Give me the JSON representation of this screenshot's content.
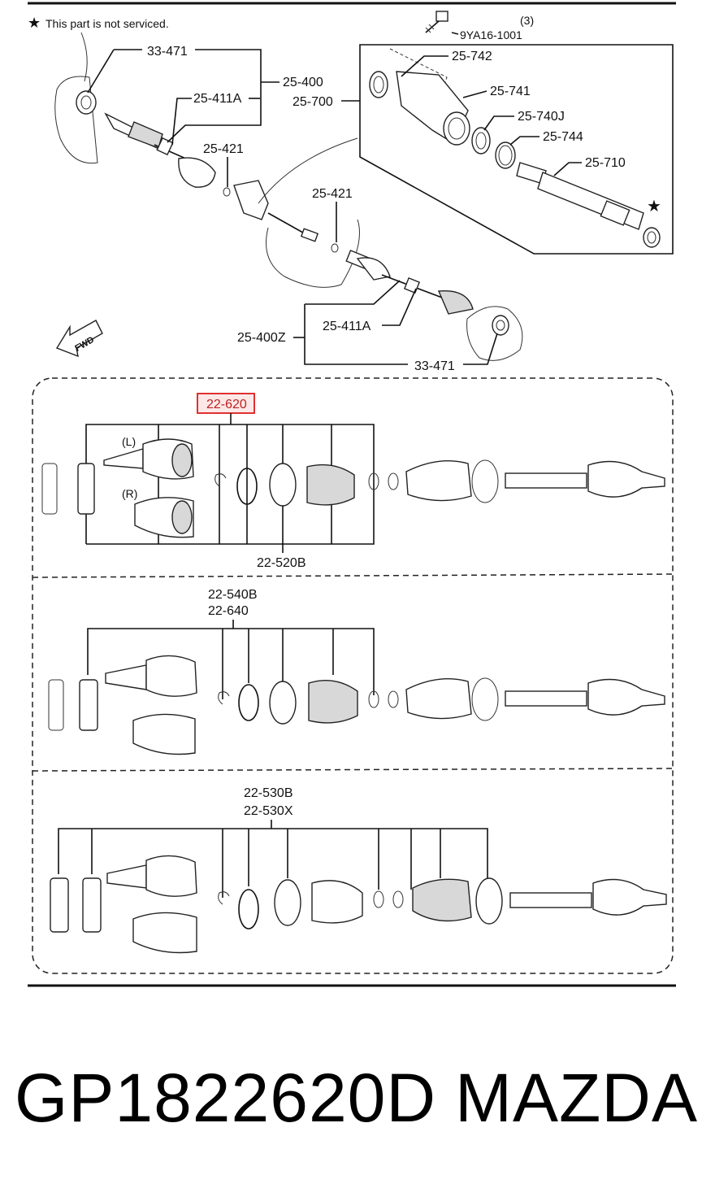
{
  "note": "This part is not serviced.",
  "note_symbol": "★",
  "labels": {
    "bolt_qty": "(3)",
    "bolt_code": "9YA16-1001",
    "p33_471_top": "33-471",
    "p25_400": "25-400",
    "p25_700": "25-700",
    "p25_411A_top": "25-411A",
    "p25_421_a": "25-421",
    "p25_421_b": "25-421",
    "p25_742": "25-742",
    "p25_741": "25-741",
    "p25_740J": "25-740J",
    "p25_744": "25-744",
    "p25_710": "25-710",
    "p25_400Z": "25-400Z",
    "p25_411A_bottom": "25-411A",
    "p33_471_bottom": "33-471",
    "fwd": "FWD",
    "p22_620": "22-620",
    "left_mark": "(L)",
    "right_mark": "(R)",
    "p22_520B": "22-520B",
    "p22_540B": "22-540B",
    "p22_640": "22-640",
    "p22_530B": "22-530B",
    "p22_530X": "22-530X"
  },
  "highlight_color": "#e03030",
  "footer": {
    "part_number": "GP1822620D",
    "brand": "MAZDA"
  }
}
